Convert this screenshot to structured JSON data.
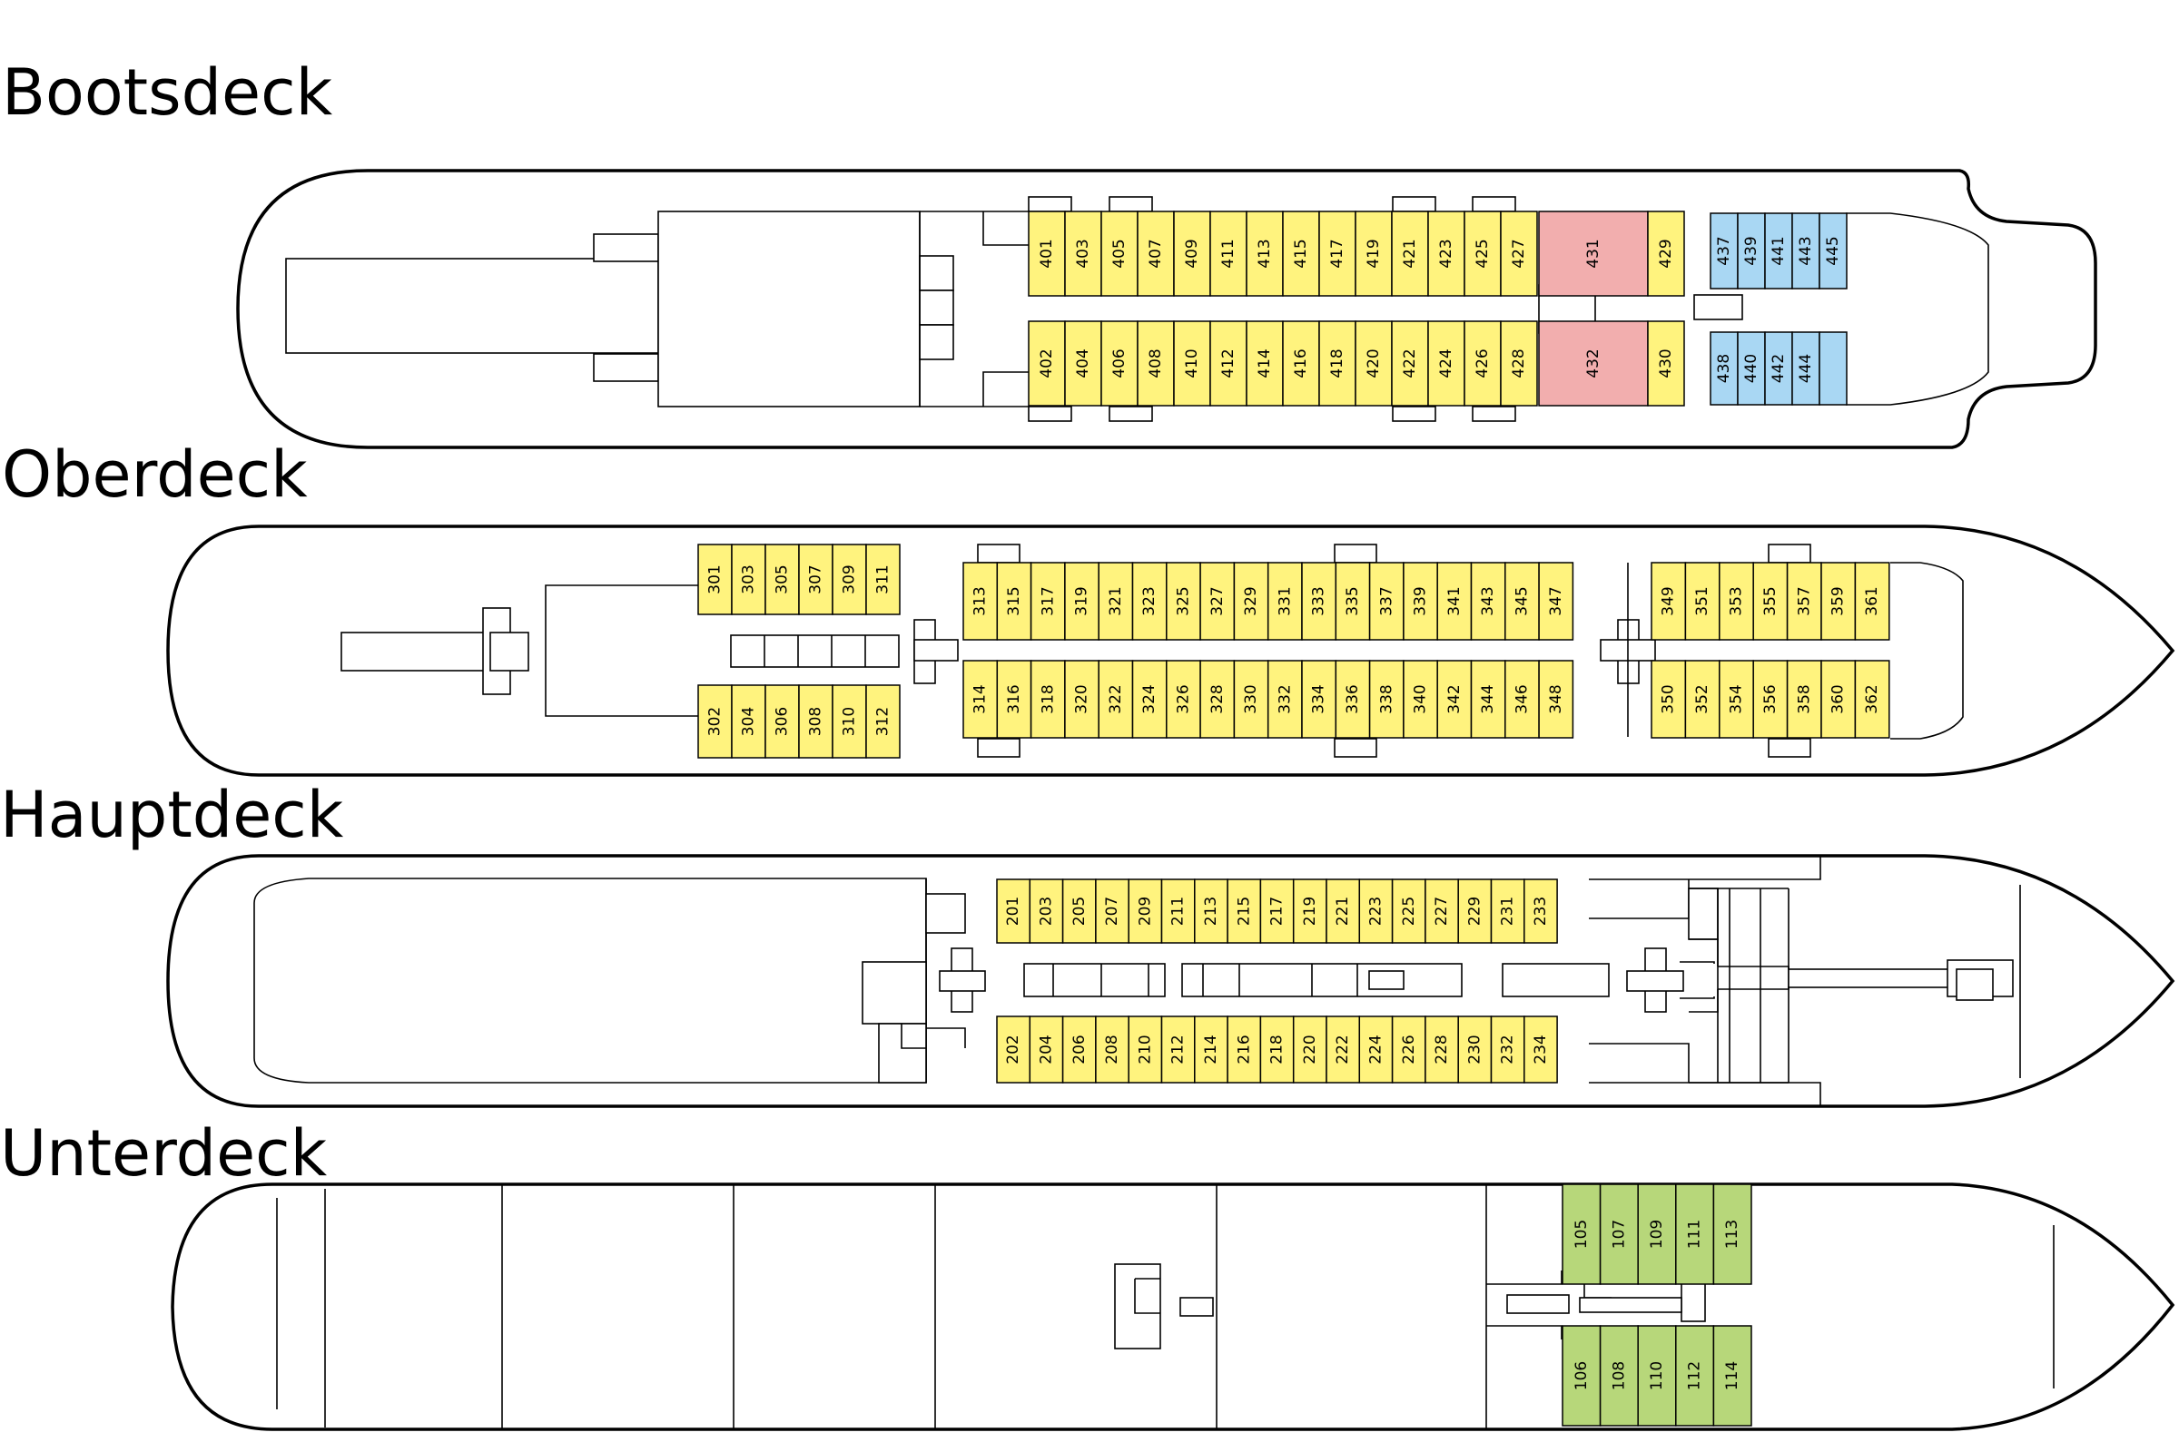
{
  "decks": {
    "boots": {
      "title": "Bootsdeck"
    },
    "ober": {
      "title": "Oberdeck"
    },
    "haupt": {
      "title": "Hauptdeck"
    },
    "unter": {
      "title": "Unterdeck"
    }
  },
  "colors": {
    "yellow": "#fff37e",
    "pink": "#f2aeae",
    "blue": "#a9d7f3",
    "green": "#b7d77a",
    "outline": "#000000"
  },
  "cabins": {
    "boots_top": [
      "401",
      "403",
      "405",
      "407",
      "409",
      "411",
      "413",
      "415",
      "417",
      "419",
      "421",
      "423",
      "425",
      "427"
    ],
    "boots_bottom": [
      "402",
      "404",
      "406",
      "408",
      "410",
      "412",
      "414",
      "416",
      "418",
      "420",
      "422",
      "424",
      "426",
      "428"
    ],
    "boots_suites": [
      "431",
      "432"
    ],
    "boots_singles": [
      "429",
      "430"
    ],
    "boots_blue_top": [
      "437",
      "439",
      "441",
      "443",
      "445"
    ],
    "boots_blue_bottom": [
      "438",
      "440",
      "442",
      "444"
    ],
    "ober_fwd_top": [
      "301",
      "303",
      "305",
      "307",
      "309",
      "311"
    ],
    "ober_fwd_bottom": [
      "302",
      "304",
      "306",
      "308",
      "310",
      "312"
    ],
    "ober_mid_top": [
      "313",
      "315",
      "317",
      "319",
      "321",
      "323",
      "325",
      "327",
      "329",
      "331",
      "333",
      "335",
      "337",
      "339",
      "341",
      "343",
      "345",
      "347"
    ],
    "ober_mid_bottom": [
      "314",
      "316",
      "318",
      "320",
      "322",
      "324",
      "326",
      "328",
      "330",
      "332",
      "334",
      "336",
      "338",
      "340",
      "342",
      "344",
      "346",
      "348"
    ],
    "ober_aft_top": [
      "349",
      "351",
      "353",
      "355",
      "357",
      "359",
      "361"
    ],
    "ober_aft_bottom": [
      "350",
      "352",
      "354",
      "356",
      "358",
      "360",
      "362"
    ],
    "haupt_top": [
      "201",
      "203",
      "205",
      "207",
      "209",
      "211",
      "213",
      "215",
      "217",
      "219",
      "221",
      "223",
      "225",
      "227",
      "229",
      "231",
      "233"
    ],
    "haupt_bottom": [
      "202",
      "204",
      "206",
      "208",
      "210",
      "212",
      "214",
      "216",
      "218",
      "220",
      "222",
      "224",
      "226",
      "228",
      "230",
      "232",
      "234"
    ],
    "unter_top": [
      "105",
      "107",
      "109",
      "111",
      "113"
    ],
    "unter_bottom": [
      "106",
      "108",
      "110",
      "112",
      "114"
    ]
  }
}
